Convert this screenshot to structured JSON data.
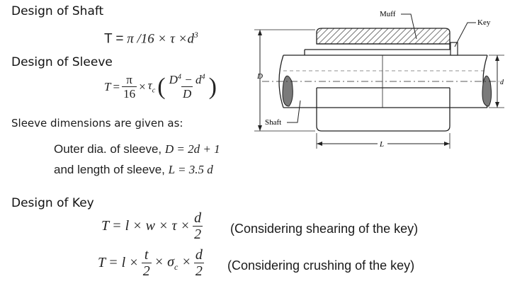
{
  "headings": {
    "shaft": "Design of Shaft",
    "sleeve": "Design of Sleeve",
    "key": "Design of Key"
  },
  "shaft_formula": {
    "lhs": "T",
    "eq": "=",
    "rhs": "π /16 × τ ×d",
    "exp": "3"
  },
  "sleeve_formula": {
    "lhs": "T",
    "eq": "=",
    "pi": "π",
    "sixteen": "16",
    "times1": "×",
    "tau": "τ",
    "tau_sub": "c",
    "D": "D",
    "D_exp": "4",
    "minus": "−",
    "d": "d",
    "d_exp": "4",
    "den_D": "D",
    "lparen": "(",
    "rparen": ")"
  },
  "sleeve_note": "Sleeve dimensions are given as:",
  "outer_dia": {
    "text": "Outer dia. of sleeve, ",
    "formula": "D = 2d + 1"
  },
  "length": {
    "text": "and length of sleeve, ",
    "formula": "L = 3.5 d"
  },
  "key_shear": {
    "lhs": "T",
    "expr": "= l × w × τ ×",
    "num": "d",
    "den": "2",
    "note": "(Considering shearing of the key)"
  },
  "key_crush": {
    "lhs": "T",
    "expr1": "= l ×",
    "num1": "t",
    "den1": "2",
    "expr2": "× σ",
    "sub": "c",
    "expr3": " ×",
    "num2": "d",
    "den2": "2",
    "note": "(Considering crushing of the key)"
  },
  "diagram": {
    "muff": "Muff",
    "key": "Key",
    "shaft": "Shaft",
    "D": "D",
    "d": "d",
    "L": "L"
  },
  "colors": {
    "text": "#1a1a1a",
    "line": "#222222",
    "hatch": "#555555",
    "shaft_fill": "#7a7a7a"
  }
}
